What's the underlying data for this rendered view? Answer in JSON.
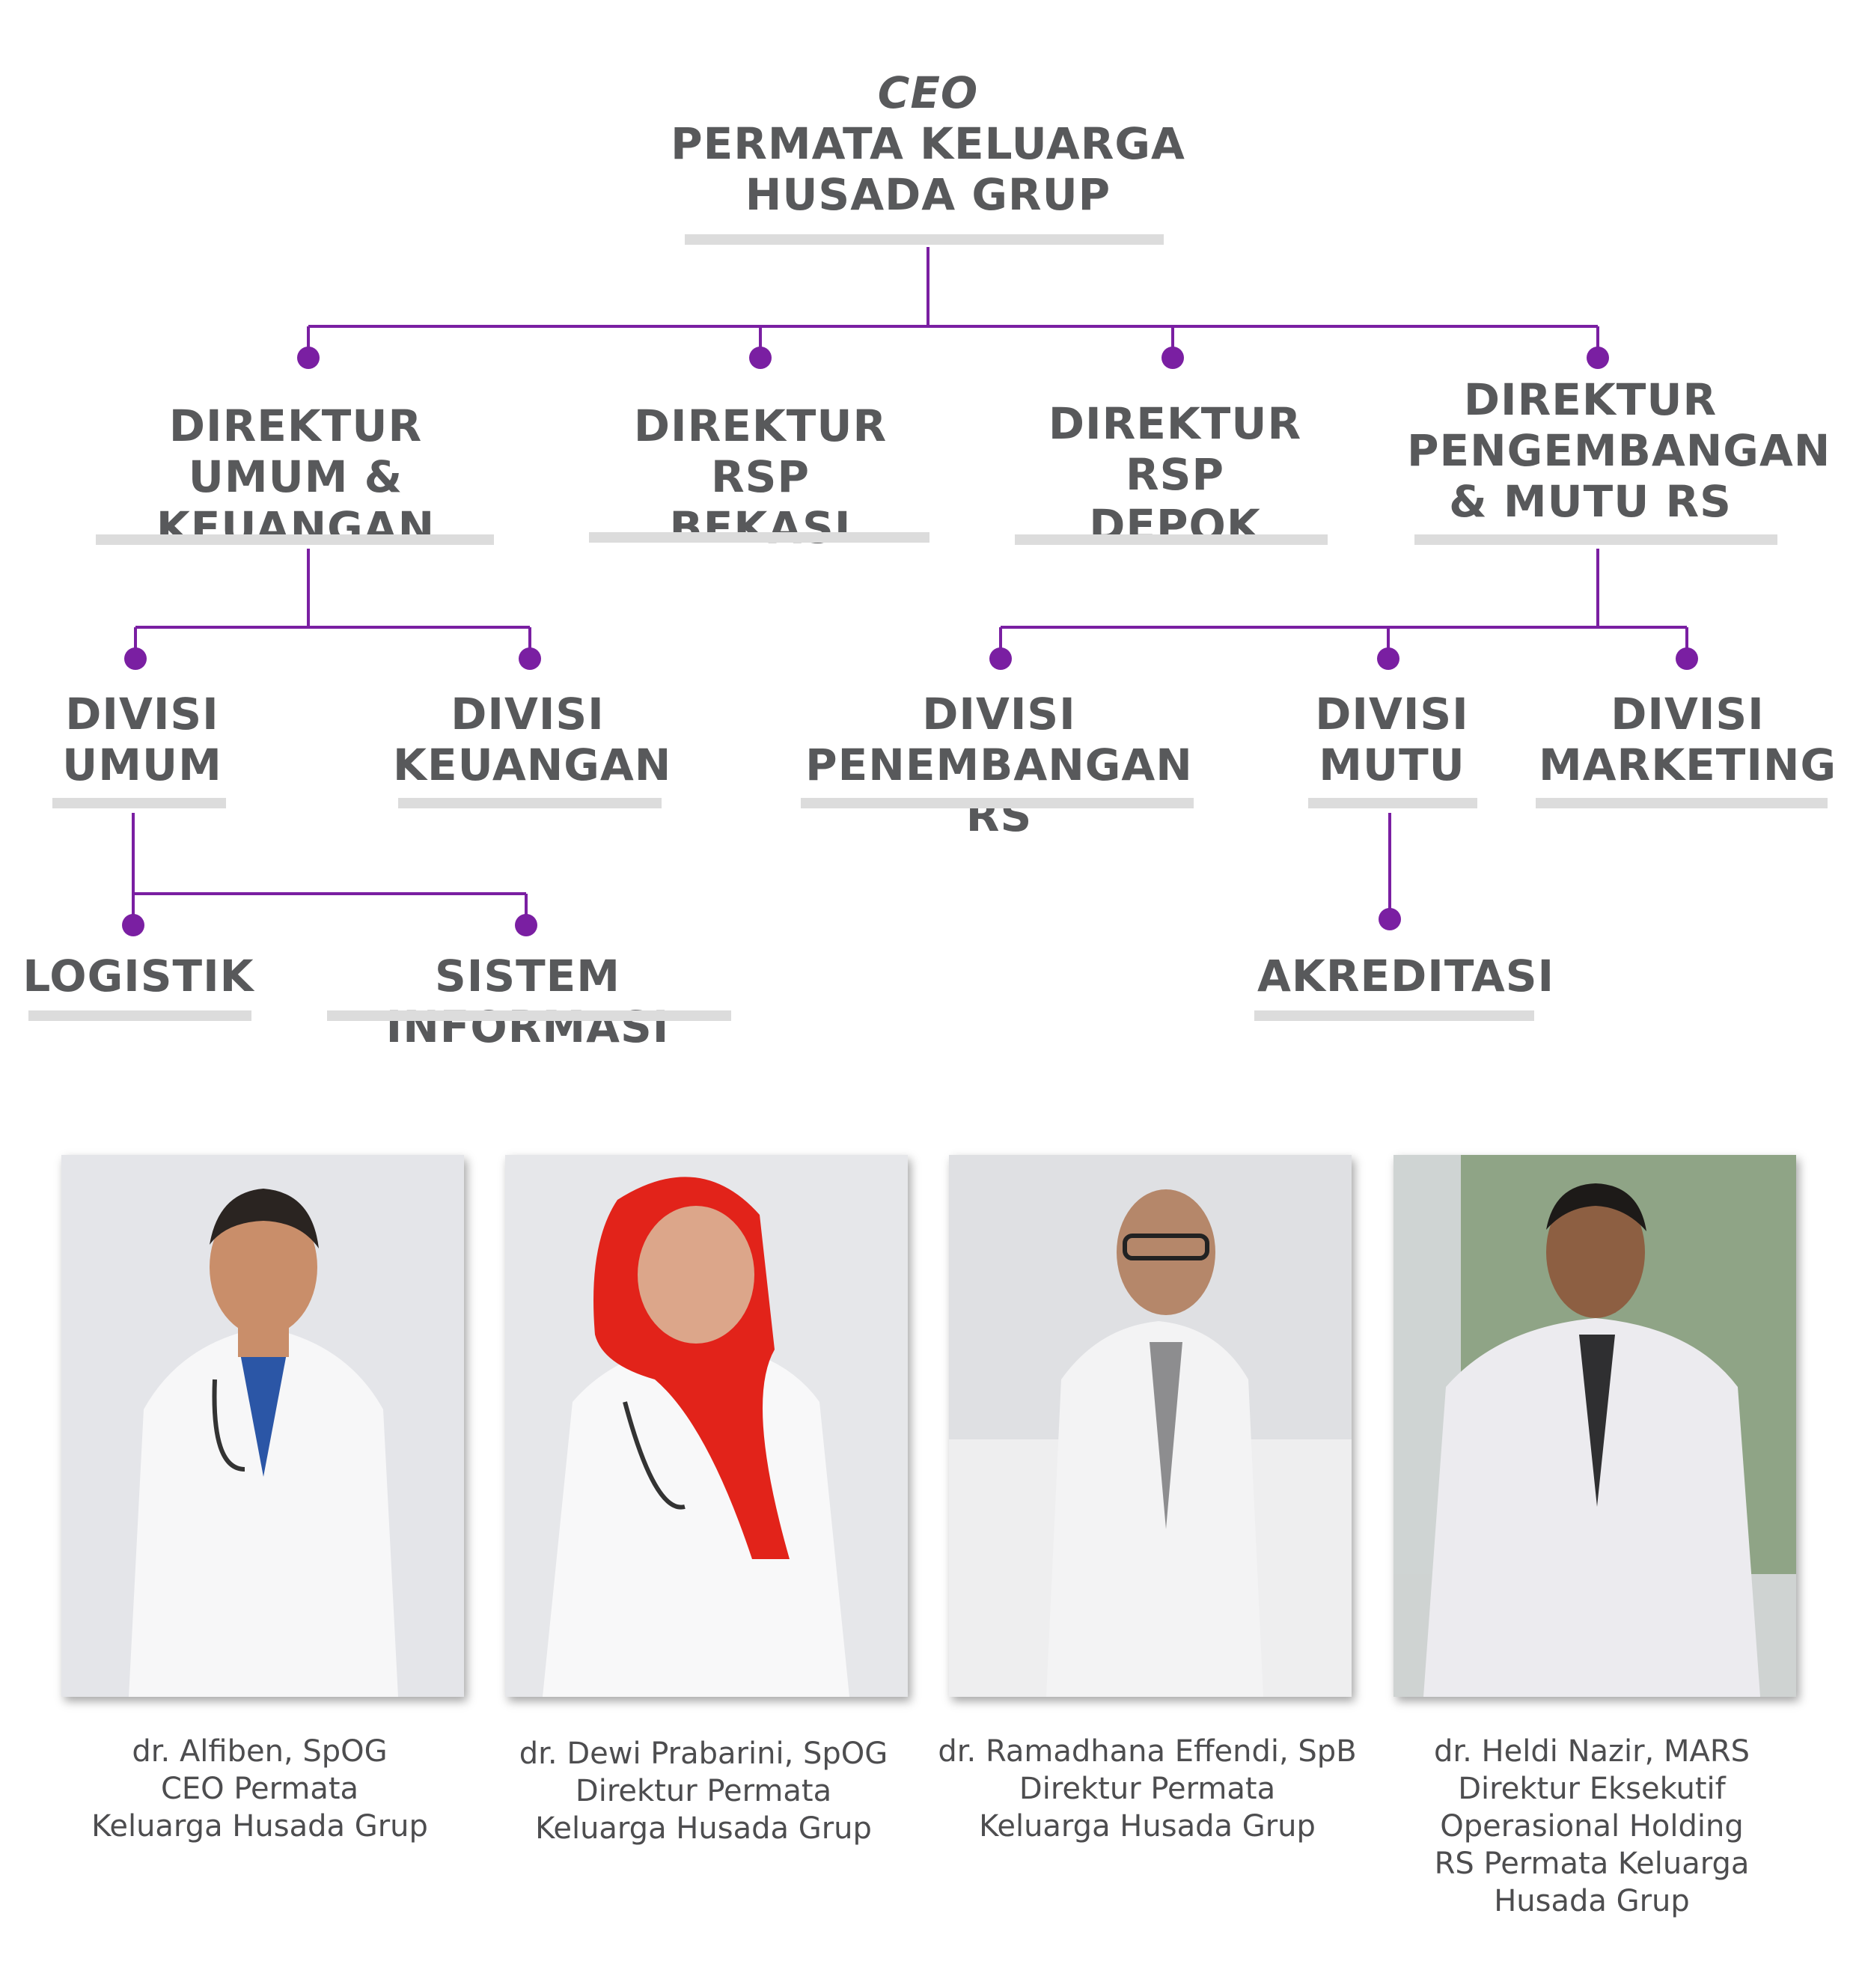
{
  "org_chart": {
    "ceo": {
      "role": "CEO",
      "line1": "PERMATA KELUARGA",
      "line2": "HUSADA GRUP"
    },
    "directors": [
      {
        "line1": "DIREKTUR UMUM &",
        "line2": "KEUANGAN",
        "line3": ""
      },
      {
        "line1": "DIREKTUR RSP",
        "line2": "BEKASI",
        "line3": ""
      },
      {
        "line1": "DIREKTUR RSP",
        "line2": "DEPOK",
        "line3": ""
      },
      {
        "line1": "DIREKTUR",
        "line2": "PENGEMBANGAN",
        "line3": "& MUTU RS"
      }
    ],
    "divisions": [
      {
        "line1": "DIVISI",
        "line2": "UMUM"
      },
      {
        "line1": "DIVISI",
        "line2": "KEUANGAN"
      },
      {
        "line1": "DIVISI",
        "line2": "PENEMBANGAN RS"
      },
      {
        "line1": "DIVISI",
        "line2": "MUTU"
      },
      {
        "line1": "DIVISI",
        "line2": "MARKETING"
      }
    ],
    "units": [
      {
        "label": "LOGISTIK"
      },
      {
        "label": "SISTEM INFORMASI"
      },
      {
        "label": "AKREDITASI"
      }
    ]
  },
  "people": [
    {
      "name": "dr. Alfiben, SpOG",
      "title1": "CEO Permata",
      "title2": "Keluarga Husada Grup",
      "title3": "",
      "title4": ""
    },
    {
      "name": "dr. Dewi Prabarini, SpOG",
      "title1": "Direktur Permata",
      "title2": "Keluarga Husada Grup",
      "title3": "",
      "title4": ""
    },
    {
      "name": "dr. Ramadhana Effendi, SpB",
      "title1": "Direktur Permata",
      "title2": "Keluarga Husada Grup",
      "title3": "",
      "title4": ""
    },
    {
      "name": "dr. Heldi Nazir, MARS",
      "title1": "Direktur Eksekutif",
      "title2": "Operasional Holding",
      "title3": "RS Permata Keluarga",
      "title4": "Husada Grup"
    }
  ],
  "colors": {
    "connector": "#7a1fa2",
    "label_text": "#58595b",
    "underline_bar": "#dcdcdc",
    "caption_text": "#4d4d4f"
  }
}
